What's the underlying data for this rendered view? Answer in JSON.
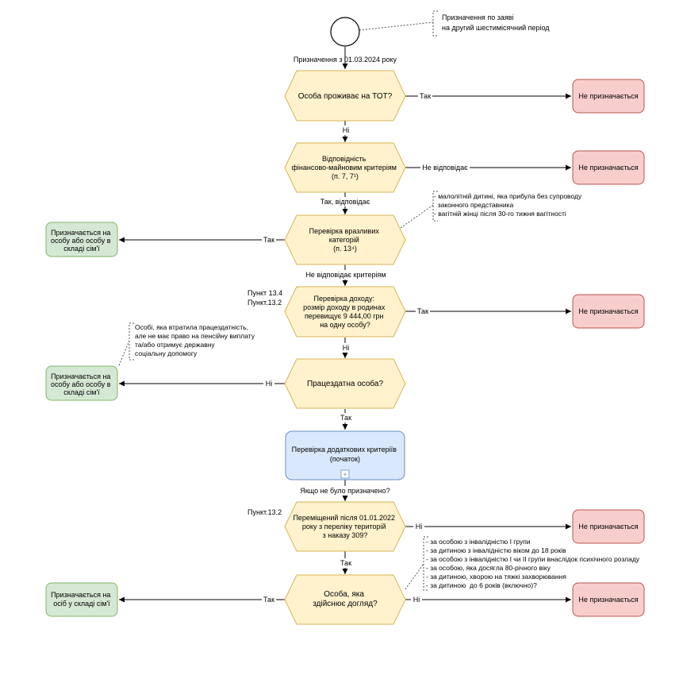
{
  "colors": {
    "decision_fill": "#fff2cc",
    "decision_stroke": "#d6b656",
    "red_fill": "#f8cecc",
    "red_stroke": "#b85450",
    "green_fill": "#d5e8d4",
    "green_stroke": "#82b366",
    "blue_fill": "#dae8fc",
    "blue_stroke": "#6c8ebf",
    "line": "#000000"
  },
  "start_note": [
    "Призначення по заяві",
    "на другий шестимісячний період"
  ],
  "start_edge_label": "Призначення з 01.03.2024 року",
  "decisions": {
    "tot": [
      "Особа проживає на ТОТ?"
    ],
    "financial": [
      "Відповідність",
      "фінансово-майновим критеріям",
      "(п. 7, 7¹)"
    ],
    "vulnerable": [
      "Перевірка вразливих",
      "категорій",
      "(п. 13⁴)"
    ],
    "income": [
      "Перевірка доходу:",
      "розмір доходу в родинах",
      "перевищує 9 444,00 грн",
      "на одну особу?"
    ],
    "able": [
      "Працездатна особа?"
    ],
    "moved": [
      "Переміщений після 01.01.2022",
      "року з переліку територій",
      "з наказу 309?"
    ],
    "care": [
      "Особа, яка",
      "здійснює догляд?"
    ]
  },
  "process": {
    "additional": [
      "Перевірка додаткових критеріїв",
      "(початок)"
    ],
    "expand_glyph": "+"
  },
  "outcomes": {
    "not_assigned": "Не призначається",
    "assigned_person_or_family": [
      "Призначається на",
      "особу або особу в",
      "складі сім'ї"
    ],
    "assigned_family": [
      "Призначається на",
      "осіб у складі сім'ї"
    ]
  },
  "edge_labels": {
    "yes": "Так",
    "no": "Ні",
    "not_match": "Не відповідає",
    "yes_match": "Так, відповідає",
    "not_match_criteria": "Не відповідає критеріям",
    "if_not_assigned": "Якщо не було призначено?"
  },
  "point_labels": {
    "income": [
      "Пункт 13.4",
      "Пункт.13.2"
    ],
    "moved": [
      "Пункт.13.2"
    ]
  },
  "notes": {
    "vulnerable": [
      "- малолітній дитині, яка прибула без супроводу",
      "  законного представника",
      "- вагітній жінці після 30-го тижня вагітності"
    ],
    "able": [
      "Особі, яка втратила працездатність,",
      "але не має право на пенсійну виплату",
      "та/або отримує державну",
      "соціальну допомогу"
    ],
    "care": [
      "- за особою з інвалідністю I групи",
      "- за дитиною з інвалідністю віком до 18 років",
      "- за особою з інвалідністю I чи II групи внаслідок психічного розладу",
      "- за особою, яка досягла 80-річного віку",
      "- за дитиною, хворою на тяжкі захворювання",
      "- за дитиною  до 6 років (включно)?"
    ]
  }
}
